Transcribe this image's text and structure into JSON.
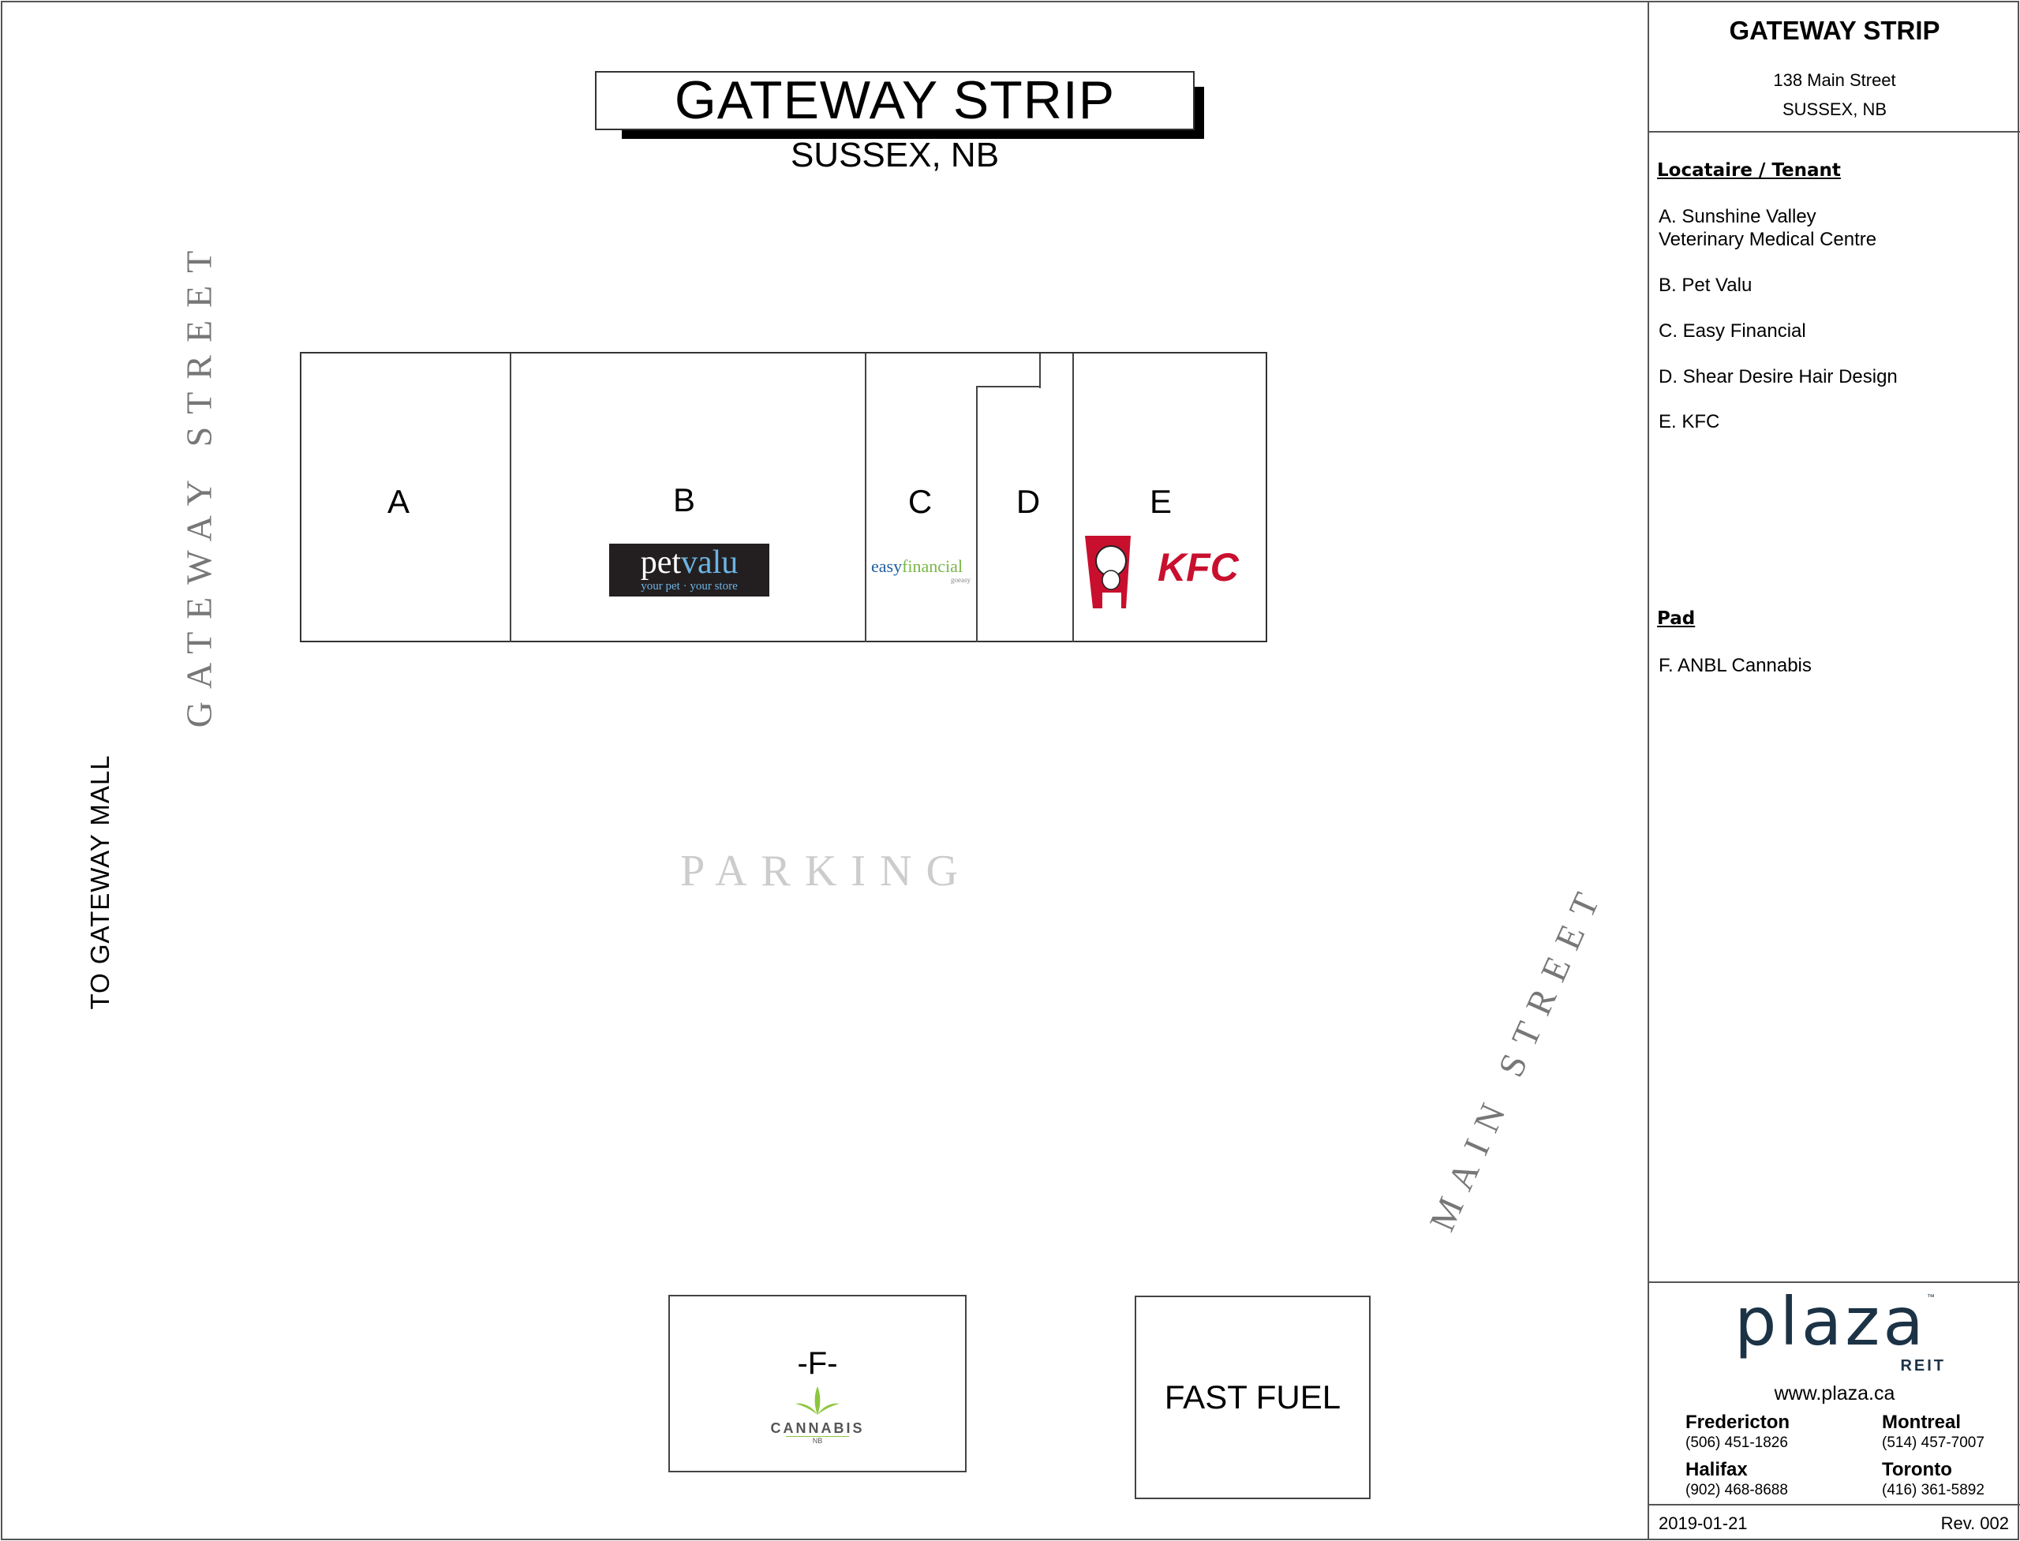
{
  "map": {
    "title": "GATEWAY STRIP",
    "subtitle": "SUSSEX, NB",
    "units": [
      "A",
      "B",
      "C",
      "D",
      "E"
    ],
    "logos": {
      "petvalu_main_1": "pet",
      "petvalu_main_2": "valu",
      "petvalu_tag": "your pet · your store",
      "easy_1": "easy",
      "easy_2": "financial",
      "easy_tag": "goeasy",
      "kfc": "KFC",
      "cannabis": "CANNABIS",
      "cannabis_sub": "NB"
    },
    "streets": {
      "gateway": "GATEWAY STREET",
      "mall": "TO GATEWAY MALL",
      "main": "MAIN STREET"
    },
    "parking": "PARKING",
    "pad_label": "-F-",
    "fast_fuel": "FAST FUEL"
  },
  "panel": {
    "title": "GATEWAY STRIP",
    "address": "138 Main Street",
    "city": "SUSSEX, NB",
    "tenant_heading": "Locataire / Tenant",
    "tenants": [
      "A.  Sunshine Valley",
      "Veterinary Medical Centre",
      "B.  Pet Valu",
      "C. Easy Financial",
      "D. Shear Desire Hair Design",
      "E.  KFC"
    ],
    "pad_heading": "Pad",
    "pads": [
      "F.  ANBL Cannabis"
    ],
    "logo": "plaza",
    "logo_sub": "REIT",
    "logo_tm": "™",
    "website": "www.plaza.ca",
    "offices": [
      {
        "city": "Fredericton",
        "phone": "(506) 451-1826"
      },
      {
        "city": "Montreal",
        "phone": "(514) 457-7007"
      },
      {
        "city": "Halifax",
        "phone": "(902) 468-8688"
      },
      {
        "city": "Toronto",
        "phone": "(416) 361-5892"
      }
    ],
    "date": "2019-01-21",
    "revision": "Rev. 002"
  },
  "colors": {
    "kfc_red": "#c8102e",
    "plaza_navy": "#1c3346",
    "petvalu_blue": "#6cb4e4",
    "easy_green": "#7ab648",
    "easy_blue": "#1f5fa0",
    "cannabis_green": "#8cc63f"
  }
}
